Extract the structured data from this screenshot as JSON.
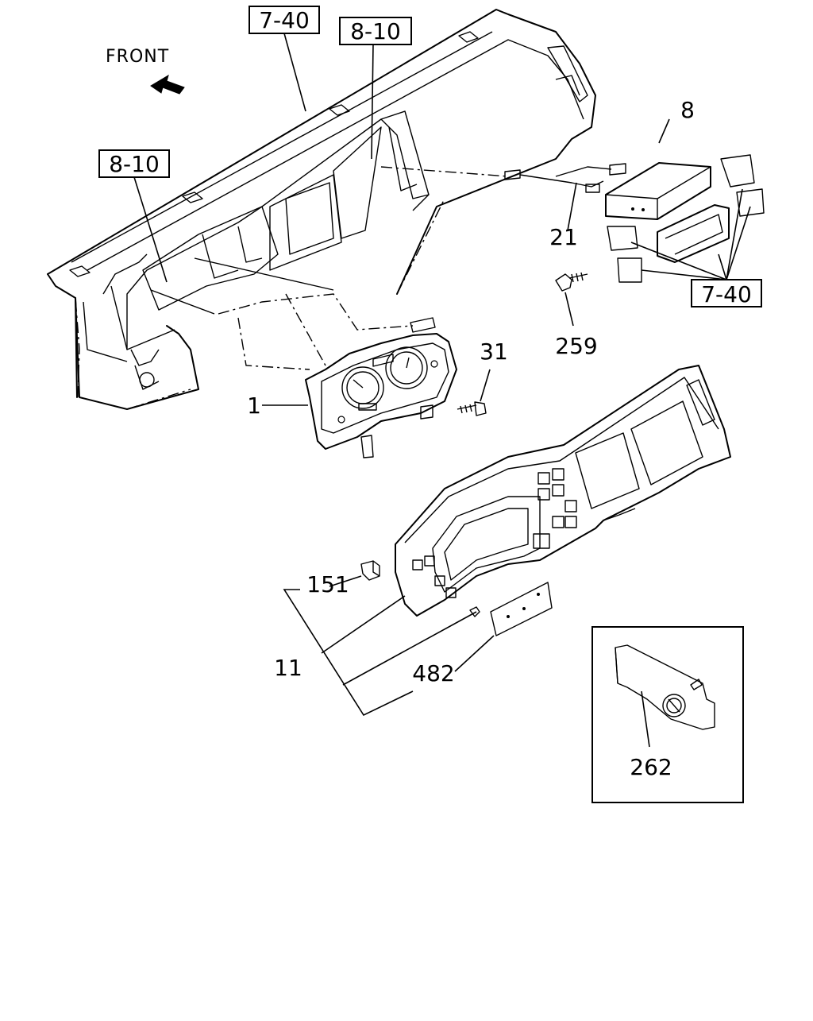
{
  "direction": {
    "label": "FRONT"
  },
  "references": [
    {
      "id": "ref-7-40-top",
      "text": "7-40"
    },
    {
      "id": "ref-8-10-top",
      "text": "8-10"
    },
    {
      "id": "ref-8-10-left",
      "text": "8-10"
    },
    {
      "id": "ref-7-40-right",
      "text": "7-40"
    }
  ],
  "parts": [
    {
      "id": "8",
      "text": "8"
    },
    {
      "id": "21",
      "text": "21"
    },
    {
      "id": "259",
      "text": "259"
    },
    {
      "id": "31",
      "text": "31"
    },
    {
      "id": "1",
      "text": "1"
    },
    {
      "id": "151",
      "text": "151"
    },
    {
      "id": "11",
      "text": "11"
    },
    {
      "id": "482",
      "text": "482"
    },
    {
      "id": "262",
      "text": "262"
    }
  ]
}
